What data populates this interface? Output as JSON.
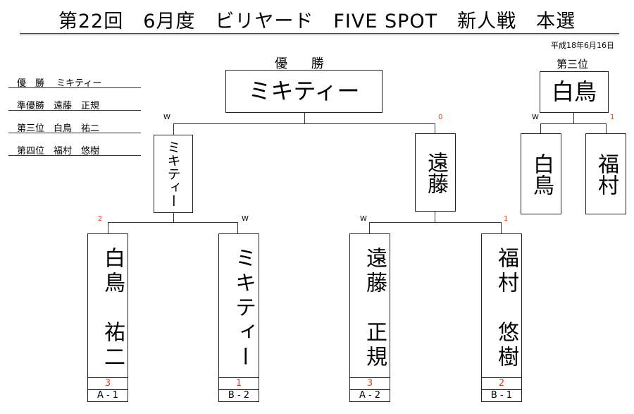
{
  "title": "第22回　6月度　ビリヤード　FIVE SPOT　新人戦　本選",
  "date": "平成18年6月16日",
  "standings": [
    "優　勝　 ミキティー",
    "準優勝　遠藤　正規",
    "第三位　白鳥　祐二",
    "第四位　福村　悠樹"
  ],
  "headers": {
    "champion": "優 勝",
    "third": "第三位"
  },
  "final": {
    "winner": "ミキティー"
  },
  "third_match": {
    "winner": "白鳥",
    "left": "白鳥",
    "right": "福村",
    "left_mark": "W",
    "right_mark": "1"
  },
  "semis": [
    {
      "name": "ミキティー",
      "mark": "W"
    },
    {
      "name": "遠藤",
      "mark": "0"
    }
  ],
  "players": [
    {
      "name": "白鳥　祐二",
      "mark": "2",
      "score": "3",
      "group": "A - 1"
    },
    {
      "name": "ミキティー",
      "mark": "W",
      "score": "1",
      "group": "B - 2"
    },
    {
      "name": "遠藤　正規",
      "mark": "W",
      "score": "3",
      "group": "A - 2"
    },
    {
      "name": "福村　悠樹",
      "mark": "1",
      "score": "2",
      "group": "B - 1"
    }
  ]
}
